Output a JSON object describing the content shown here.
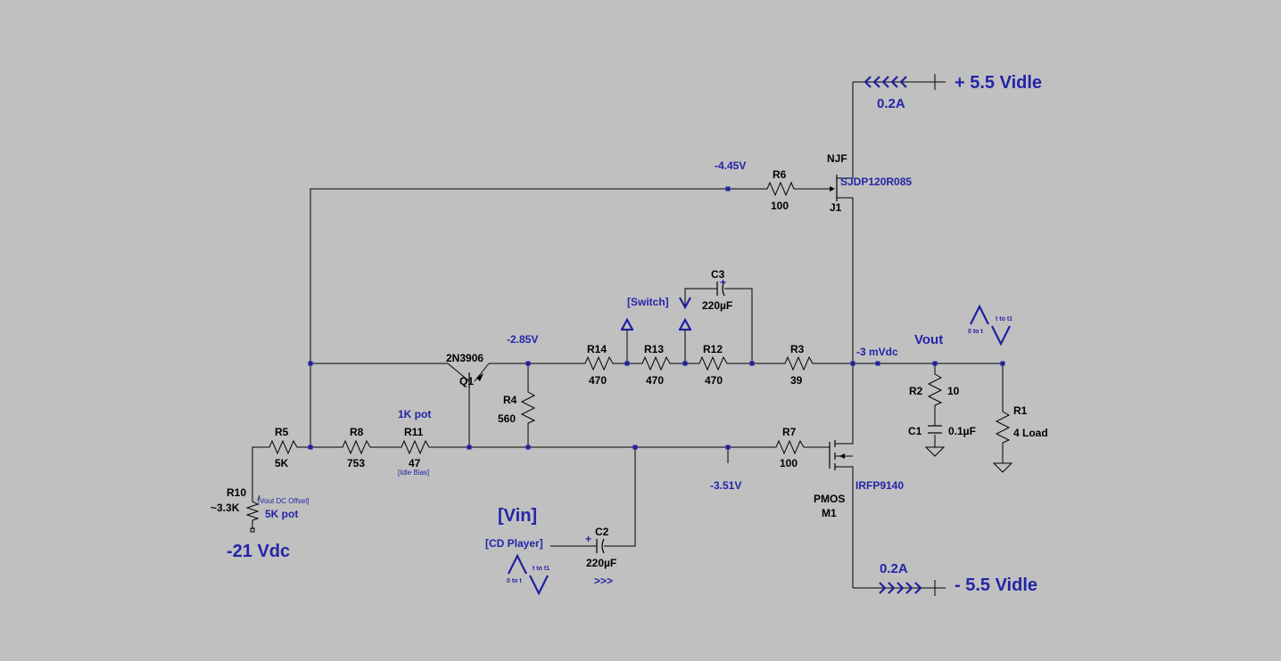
{
  "supplies": {
    "pos_rail": "+ 5.5 Vidle",
    "pos_current": "0.2A",
    "neg_rail": "- 5.5 Vidle",
    "neg_current": "0.2A",
    "bias_supply": "-21 Vdc"
  },
  "nodes": {
    "gate_j1": "-4.45V",
    "q1_emitter": "-2.85V",
    "gate_m1": "-3.51V",
    "output_dc": "-3 mVdc",
    "vout": "Vout"
  },
  "components": {
    "j1": {
      "ref": "J1",
      "type": "NJF",
      "model": "SJDP120R085"
    },
    "m1": {
      "ref": "M1",
      "type": "PMOS",
      "model": "IRFP9140"
    },
    "q1": {
      "ref": "Q1",
      "model": "2N3906"
    },
    "r1": {
      "ref": "R1",
      "value": "4 Load"
    },
    "r2": {
      "ref": "R2",
      "value": "10"
    },
    "r3": {
      "ref": "R3",
      "value": "39"
    },
    "r4": {
      "ref": "R4",
      "value": "560"
    },
    "r5": {
      "ref": "R5",
      "value": "5K"
    },
    "r6": {
      "ref": "R6",
      "value": "100"
    },
    "r7": {
      "ref": "R7",
      "value": "100"
    },
    "r8": {
      "ref": "R8",
      "value": "753"
    },
    "r10": {
      "ref": "R10",
      "value": "~3.3K",
      "note": "[Vout DC Offset]",
      "pot": "5K pot"
    },
    "r11": {
      "ref": "R11",
      "value": "47",
      "note": "[Idle Bias]",
      "pot": "1K pot"
    },
    "r12": {
      "ref": "R12",
      "value": "470"
    },
    "r13": {
      "ref": "R13",
      "value": "470"
    },
    "r14": {
      "ref": "R14",
      "value": "470"
    },
    "c1": {
      "ref": "C1",
      "value": "0.1µF"
    },
    "c2": {
      "ref": "C2",
      "value": "220µF"
    },
    "c3": {
      "ref": "C3",
      "value": "220µF"
    }
  },
  "annotations": {
    "switch": "[Switch]",
    "vin": "[Vin]",
    "source": "[CD Player]",
    "arrows": ">>>",
    "sig_from": "0 to t",
    "sig_to": "t to t1"
  }
}
